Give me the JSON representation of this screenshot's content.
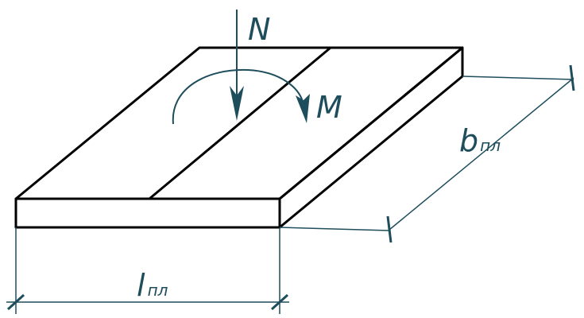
{
  "labels": {
    "force": "N",
    "moment": "M",
    "width_main": "b",
    "width_sub": "пл",
    "length_main": "l",
    "length_sub": "пл"
  },
  "colors": {
    "outline": "#000000",
    "annotation": "#1e4d5c",
    "background": "#ffffff"
  }
}
